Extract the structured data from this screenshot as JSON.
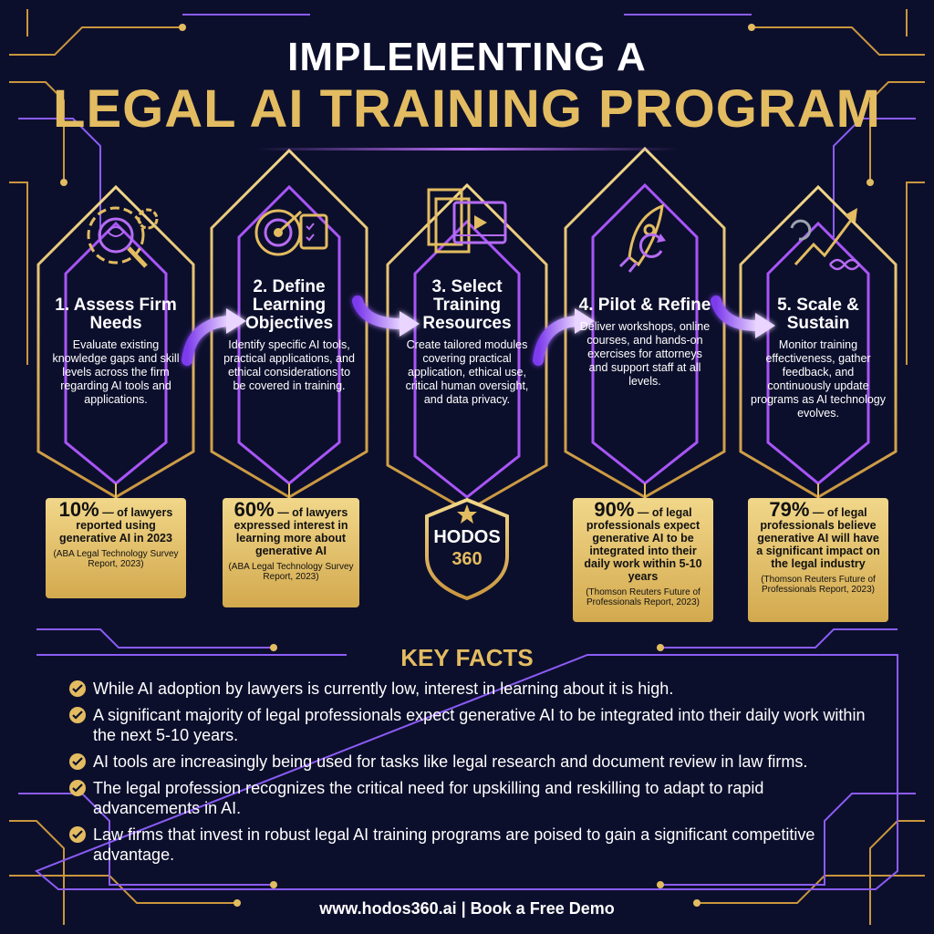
{
  "title": {
    "line1": "IMPLEMENTING A",
    "line2": "LEGAL AI TRAINING PROGRAM"
  },
  "steps": [
    {
      "title": "1. Assess Firm Needs",
      "description": "Evaluate existing knowledge gaps and skill levels across the firm regarding AI tools and applications.",
      "icon": "brain-gear-magnifier-icon"
    },
    {
      "title": "2. Define Learning Objectives",
      "description": "Identify specific AI tools, practical applications, and ethical considerations to be covered in training.",
      "icon": "target-checklist-icon"
    },
    {
      "title": "3. Select Training Resources",
      "description": "Create tailored modules covering practical application, ethical use, critical human oversight, and data privacy.",
      "icon": "books-video-icon"
    },
    {
      "title": "4. Pilot & Refine",
      "description": "Deliver workshops, online courses, and hands-on exercises for attorneys and support staff at all levels.",
      "icon": "rocket-refresh-icon"
    },
    {
      "title": "5. Scale & Sustain",
      "description": "Monitor training effectiveness, gather feedback, and continuously update programs as AI technology evolves.",
      "icon": "growth-arrow-infinity-icon"
    }
  ],
  "stats": [
    {
      "percent": "10%",
      "text": " — of lawyers reported using generative AI in 2023",
      "source": "(ABA Legal Technology Survey Report, 2023)"
    },
    {
      "percent": "60%",
      "text": " — of lawyers expressed interest in learning more about generative AI",
      "source": "(ABA Legal Technology Survey Report, 2023)"
    },
    {
      "percent": "90%",
      "text": " — of legal professionals expect generative AI to be integrated into their daily work within 5-10 years",
      "source": "(Thomson Reuters Future of Professionals Report, 2023)"
    },
    {
      "percent": "79%",
      "text": " — of legal professionals believe generative AI will have a significant impact on the legal industry",
      "source": "(Thomson Reuters Future of Professionals Report, 2023)"
    }
  ],
  "logo": {
    "line1": "HODOS",
    "line2": "360"
  },
  "key_facts": {
    "heading": "KEY FACTS",
    "items": [
      "While AI adoption by lawyers is currently low, interest in learning about it is high.",
      "A significant majority of legal professionals expect generative AI to be integrated into their daily work within the next 5-10 years.",
      "AI tools are increasingly being used for tasks like legal research and document review in law firms.",
      "The legal profession recognizes the critical need for upskilling and reskilling to adapt to rapid advancements in AI.",
      "Law firms that invest in robust legal AI training programs are poised to gain a significant competitive advantage."
    ]
  },
  "footer": "www.hodos360.ai | Book a Free Demo",
  "colors": {
    "background": "#0c0f2c",
    "gold": "#e3bc61",
    "purple": "#a855f7",
    "stat_box": "#e8c571"
  }
}
